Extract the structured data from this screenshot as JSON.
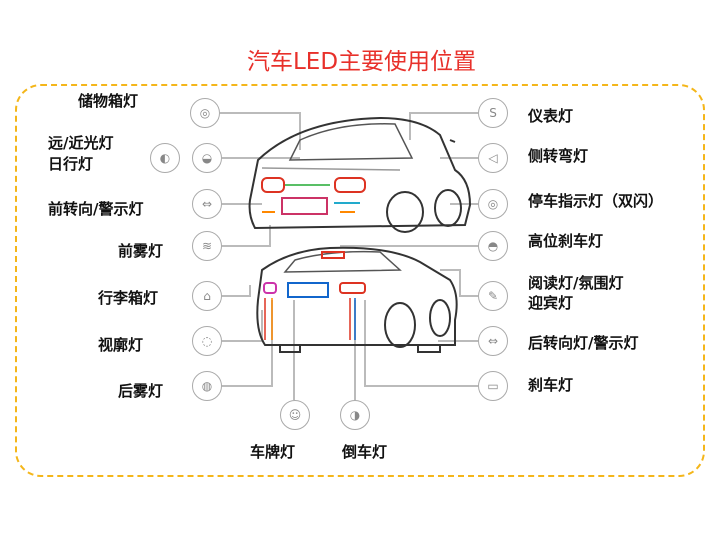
{
  "title": "汽车LED主要使用位置",
  "left_labels": [
    {
      "id": "storage",
      "text": "储物箱灯"
    },
    {
      "id": "headlight1",
      "text": "远/近光灯"
    },
    {
      "id": "headlight2",
      "text": "日行灯"
    },
    {
      "id": "front-turn",
      "text": "前转向/警示灯"
    },
    {
      "id": "front-fog",
      "text": "前雾灯"
    },
    {
      "id": "trunk",
      "text": "行李箱灯"
    },
    {
      "id": "side-marker",
      "text": "视廓灯"
    },
    {
      "id": "rear-fog",
      "text": "后雾灯"
    }
  ],
  "right_labels": [
    {
      "id": "instrument",
      "text": "仪表灯"
    },
    {
      "id": "cornering",
      "text": "侧转弯灯"
    },
    {
      "id": "parking",
      "text": "停车指示灯（双闪）"
    },
    {
      "id": "high-brake",
      "text": "高位刹车灯"
    },
    {
      "id": "reading1",
      "text": "阅读灯/氛围灯"
    },
    {
      "id": "reading2",
      "text": "迎宾灯"
    },
    {
      "id": "rear-turn",
      "text": "后转向灯/警示灯"
    },
    {
      "id": "brake",
      "text": "刹车灯"
    }
  ],
  "bottom_labels": [
    {
      "id": "plate",
      "text": "车牌灯"
    },
    {
      "id": "reverse",
      "text": "倒车灯"
    }
  ],
  "colors": {
    "title": "#e8302a",
    "frame": "#f4b61a",
    "text": "#111111",
    "icon": "#aaaaaa"
  }
}
